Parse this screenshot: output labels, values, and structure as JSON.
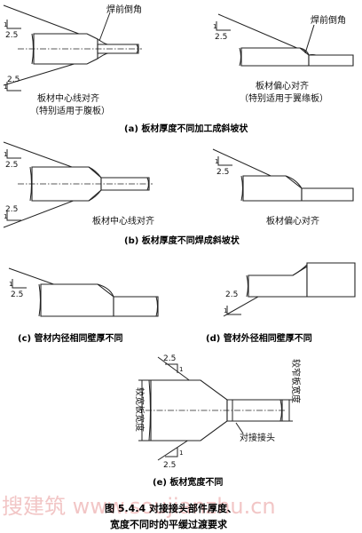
{
  "panel_a": {
    "label_chamfer_left": "焊前倒角",
    "label_chamfer_right": "焊前倒角",
    "slope_top": "2.5",
    "slope_bottom": "2.5",
    "slope_right": "2.5",
    "text_center_1": "板材中心线对齐",
    "text_center_2": "（特别适用于腹板）",
    "text_offset_1": "板材偏心对齐",
    "text_offset_2": "（特别适用于翼缘板）",
    "caption": "(a)  板材厚度不同加工成斜坡状"
  },
  "panel_b": {
    "slope_top": "2.5",
    "slope_bottom": "2.5",
    "slope_right": "2.5",
    "text_center": "板材中心线对齐",
    "text_offset": "板材偏心对齐",
    "caption": "(b)  板材厚度不同焊成斜坡状"
  },
  "panel_c": {
    "slope": "2.5",
    "caption": "(c)   管材内径相同壁厚不同"
  },
  "panel_d": {
    "slope": "2.5",
    "caption": "(d)   管材外径相同壁厚不同"
  },
  "panel_e": {
    "slope_top": "2.5",
    "slope_bottom": "2.5",
    "label_wide": "较宽板宽度",
    "label_narrow": "较窄板宽度",
    "label_joint": "对接接头",
    "caption": "(e)   板材宽度不同"
  },
  "figure_caption_1": "图 5.4.4    对接接头部件厚度、",
  "figure_caption_2": "宽度不同时的平缓过渡要求",
  "watermark": "搜建筑  www.soujianzhu.cn"
}
